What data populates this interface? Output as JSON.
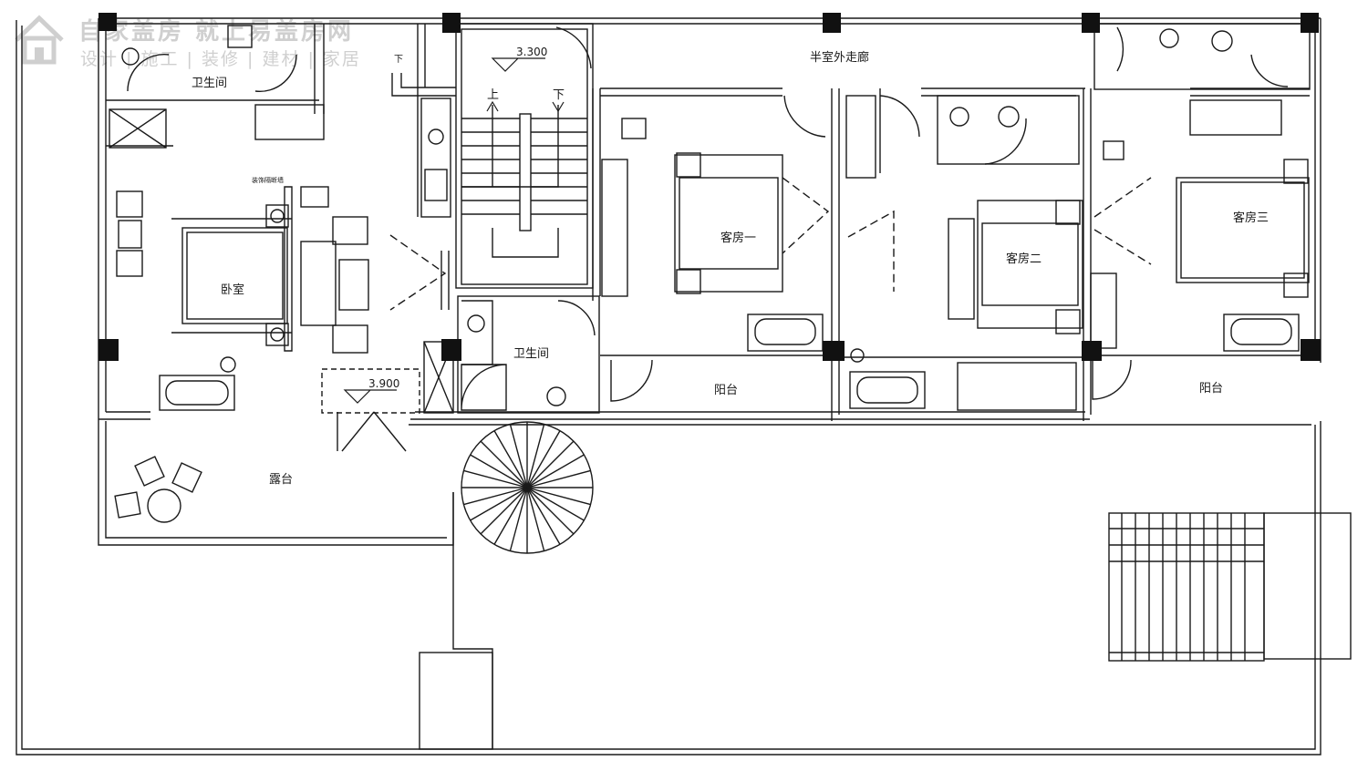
{
  "watermark": {
    "brand": "自家盖房 就上易盖房网",
    "tagline": "设计 | 施工 | 装修 | 建材 | 家居"
  },
  "rooms": {
    "master_bath": "卫生间",
    "corridor": "半室外走廊",
    "master_bedroom": "卧室",
    "partition_note": "装饰隔断墙",
    "guest_one": "客房一",
    "guest_two": "客房二",
    "guest_three": "客房三",
    "bath_two": "卫生间",
    "balcony_one": "阳台",
    "balcony_two": "阳台",
    "terrace": "露台"
  },
  "stair": {
    "up": "上",
    "down": "下",
    "down_small": "下"
  },
  "elevations": {
    "stair_level": "3.300",
    "terrace_level": "3.900"
  },
  "colors": {
    "line": "#1a1a1a",
    "wall_fill": "#111111",
    "watermark": "#cccccc"
  }
}
